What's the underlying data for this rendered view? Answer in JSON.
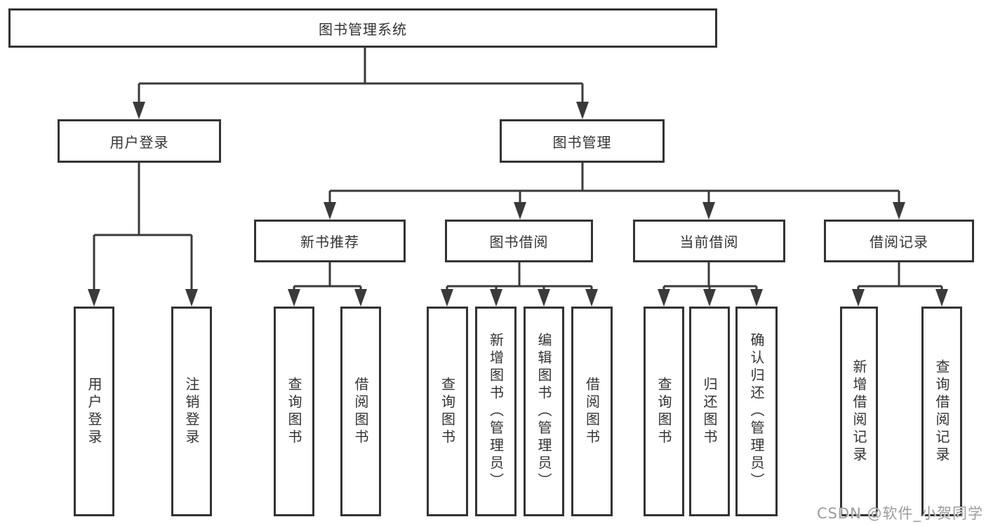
{
  "diagram": {
    "root": {
      "label": "图书管理系统"
    },
    "login": {
      "label": "用户登录",
      "children": [
        {
          "label": "用户登录"
        },
        {
          "label": "注销登录"
        }
      ]
    },
    "management": {
      "label": "图书管理",
      "groups": [
        {
          "label": "新书推荐",
          "children": [
            {
              "label": "查询图书"
            },
            {
              "label": "借阅图书"
            }
          ]
        },
        {
          "label": "图书借阅",
          "children": [
            {
              "label": "查询图书"
            },
            {
              "label": "新增图书（管理员）"
            },
            {
              "label": "编辑图书（管理员）"
            },
            {
              "label": "借阅图书"
            }
          ]
        },
        {
          "label": "当前借阅",
          "children": [
            {
              "label": "查询图书"
            },
            {
              "label": "归还图书"
            },
            {
              "label": "确认归还（管理员）"
            }
          ]
        },
        {
          "label": "借阅记录",
          "children": [
            {
              "label": "新增借阅记录"
            },
            {
              "label": "查询借阅记录"
            }
          ]
        }
      ]
    },
    "watermark": "CSDN @软件_小贺同学",
    "colors": {
      "line": "#3a3a3a",
      "box_border": "#333333",
      "text": "#333333",
      "background": "#ffffff",
      "watermark": "#9c9c9c"
    }
  }
}
